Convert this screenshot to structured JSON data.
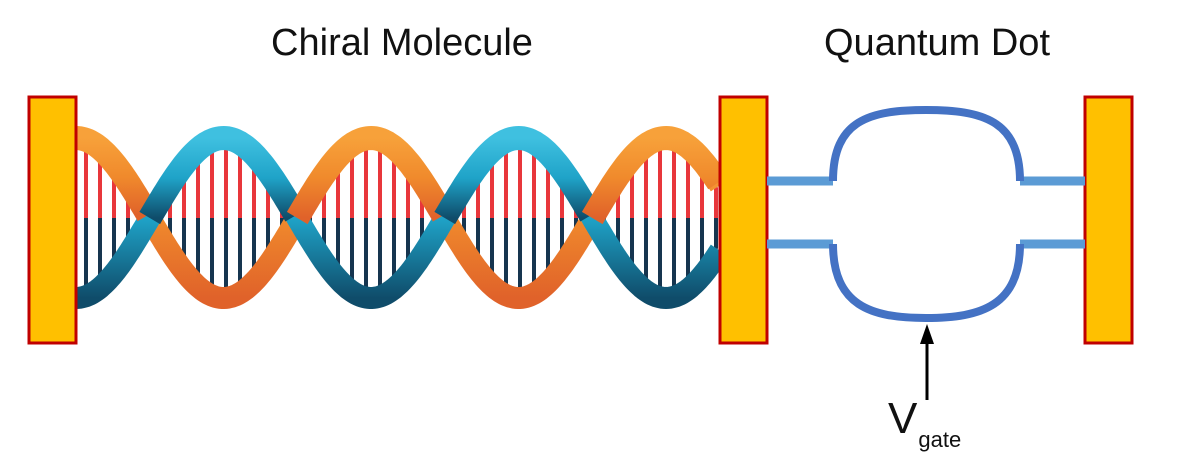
{
  "labels": {
    "molecule_title": "Chiral Molecule",
    "dot_title": "Quantum Dot",
    "gate_symbol": "V",
    "gate_subscript": "gate"
  },
  "colors": {
    "electrode_fill": "#FFC000",
    "electrode_border": "#C00000",
    "strand_orange": "#F08A2C",
    "strand_blue": "#1FA3C8",
    "strand_dark": "#0F4C6A",
    "rung_red": "#E8363B",
    "rung_navy": "#16354F",
    "dot_blue": "#4472C4",
    "lead_blue": "#5B9BD5",
    "arrow": "#000000"
  },
  "icons": [
    "electrode-left",
    "electrode-middle",
    "electrode-right",
    "dna-helix",
    "quantum-dot",
    "gate-arrow"
  ]
}
